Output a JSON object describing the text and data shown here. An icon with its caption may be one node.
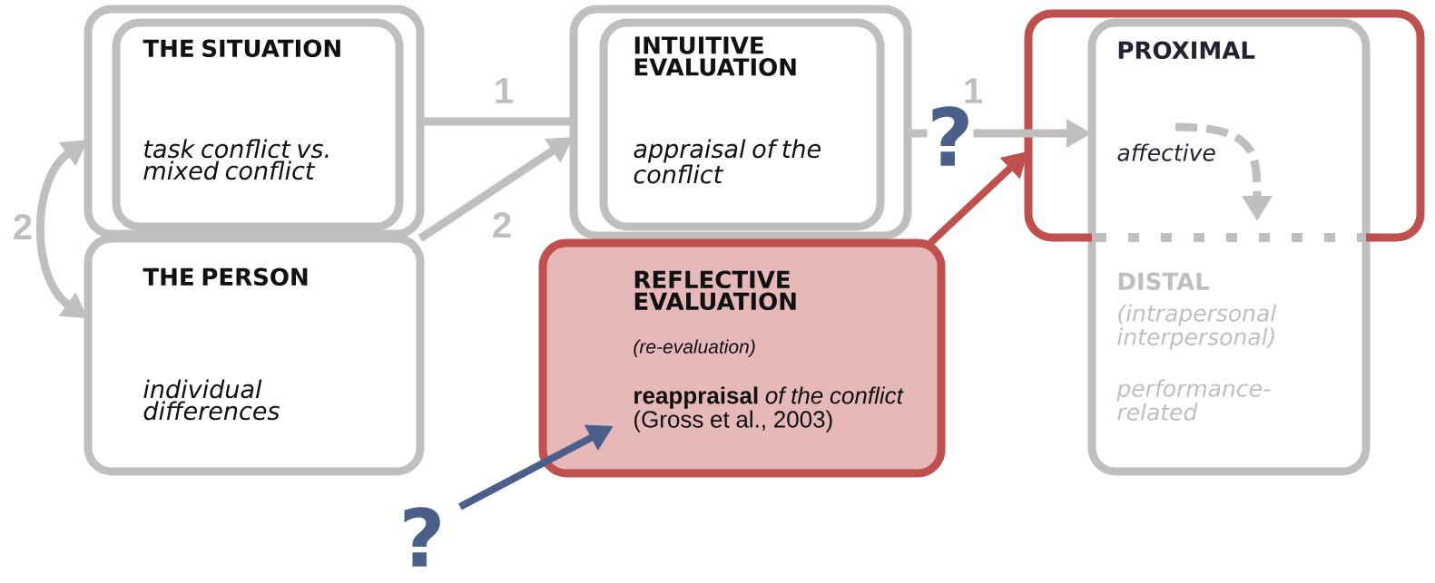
{
  "diagram": {
    "nodes": [
      {
        "text": [],
        "shape": "box"
      },
      {
        "text": [
          "THE SITUATION",
          "task conflict vs. mixed conflict"
        ],
        "in": 0
      },
      {
        "text": [
          "THE PERSON",
          "individual differences"
        ]
      },
      {
        "text": [],
        "shape": "box"
      },
      {
        "text": [
          "INTUITIVE EVALUATION",
          "appraisal of the conflict"
        ],
        "in": 3
      },
      {
        "text": [
          "REFLECTIVE EVALUATION",
          "(re-evaluation)",
          "**reappraisal** *of the conflict* (Gross et al., 2003)"
        ]
      },
      {
        "text": [
          "PROXIMAL",
          "affective"
        ]
      },
      {
        "text": [
          "DISTAL",
          "(intrapersonal interpersonal)",
          "performance-related"
        ]
      },
      {
        "text": [
          "?"
        ]
      }
    ],
    "edges": [
      {
        "from": 0,
        "to": 3,
        "arrow": "none",
        "label": "1"
      },
      {
        "from": 2,
        "to": 3,
        "arrow": "to",
        "label": "2"
      },
      {
        "from": 2,
        "to": 0,
        "arrow": "both",
        "label": "2"
      },
      {
        "from": 3,
        "to": 6,
        "arrow": "to",
        "label": "1"
      },
      {
        "from": 5,
        "to": 6,
        "arrow": "to",
        "color": "#c0504d"
      },
      {
        "from": 8,
        "to": 5,
        "arrow": "to",
        "color": "#4a5f8a"
      }
    ],
    "labels": [
      "?"
    ]
  }
}
